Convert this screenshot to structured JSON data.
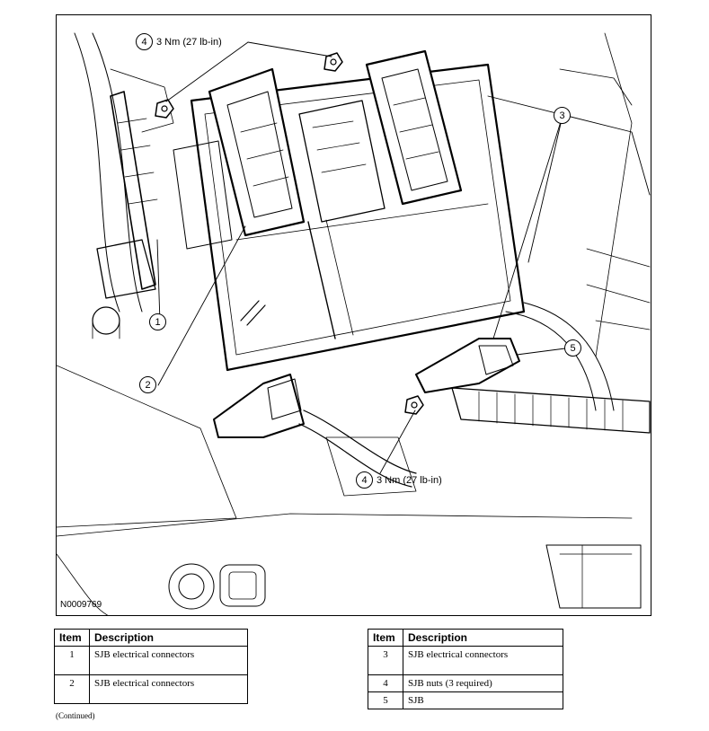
{
  "figure": {
    "id": "N0009769",
    "callouts": [
      {
        "num": "4",
        "text": "3 Nm (27 lb-in)"
      },
      {
        "num": "3",
        "text": ""
      },
      {
        "num": "1",
        "text": ""
      },
      {
        "num": "2",
        "text": ""
      },
      {
        "num": "5",
        "text": ""
      },
      {
        "num": "4",
        "text": "3 Nm (27 lb-in)"
      }
    ]
  },
  "legend_left": {
    "headers": [
      "Item",
      "Description"
    ],
    "rows": [
      {
        "item": "1",
        "description": "SJB electrical connectors"
      },
      {
        "item": "2",
        "description": "SJB electrical connectors"
      }
    ]
  },
  "legend_right": {
    "headers": [
      "Item",
      "Description"
    ],
    "rows": [
      {
        "item": "3",
        "description": "SJB electrical connectors"
      },
      {
        "item": "4",
        "description": "SJB nuts (3 required)"
      },
      {
        "item": "5",
        "description": "SJB"
      }
    ]
  },
  "footer": {
    "continued": "(Continued)"
  }
}
